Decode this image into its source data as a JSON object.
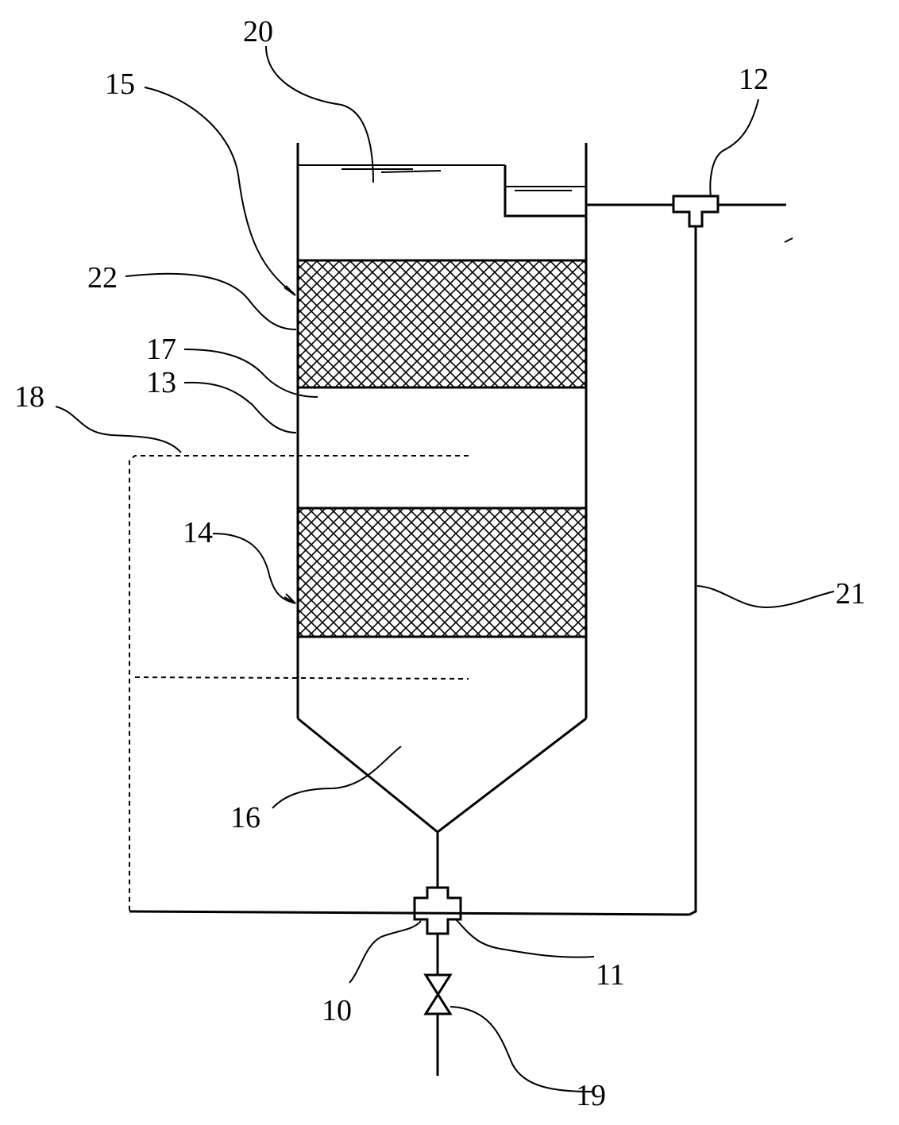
{
  "labels": {
    "l10": "10",
    "l11": "11",
    "l12": "12",
    "l13": "13",
    "l14": "14",
    "l15": "15",
    "l16": "16",
    "l17": "17",
    "l18": "18",
    "l19": "19",
    "l20": "20",
    "l21": "21",
    "l22": "22"
  }
}
